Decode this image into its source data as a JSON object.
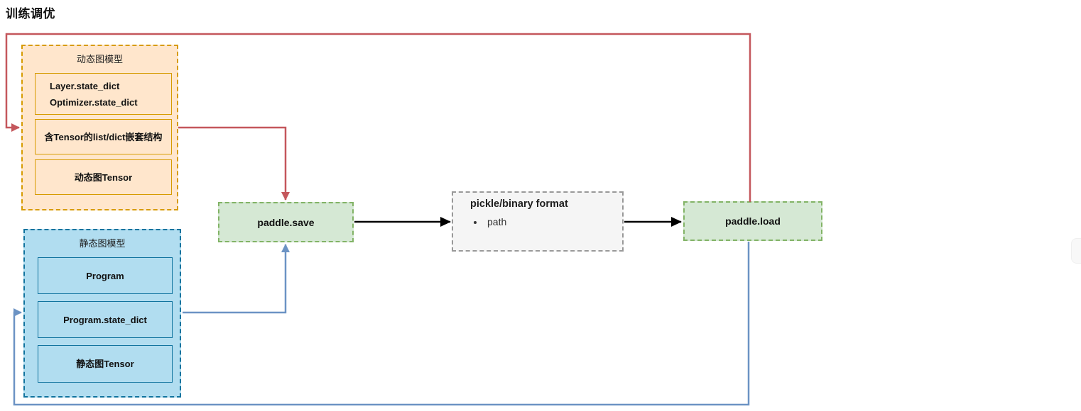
{
  "page": {
    "title": "训练调优"
  },
  "diagram": {
    "dynamic_group": {
      "title": "动态图模型",
      "box1_line1": "Layer.state_dict",
      "box1_line2": "Optimizer.state_dict",
      "box2": "含Tensor的list/dict嵌套结构",
      "box3": "动态图Tensor"
    },
    "static_group": {
      "title": "静态图模型",
      "box1": "Program",
      "box2": "Program.state_dict",
      "box3": "静态图Tensor"
    },
    "save_node": {
      "label": "paddle.save"
    },
    "load_node": {
      "label": "paddle.load"
    },
    "format_node": {
      "title": "pickle/binary format",
      "bullet": "path"
    },
    "colors": {
      "red_arrow": "#C4575C",
      "blue_arrow": "#6C93C4",
      "black_arrow": "#000000",
      "orange_fill": "#FFE6CC",
      "orange_stroke": "#D79B00",
      "blue_fill": "#B1DDF0",
      "blue_stroke": "#10739E",
      "green_fill": "#D5E8D4",
      "green_stroke": "#82B366",
      "gray_fill": "#F5F5F5",
      "gray_stroke": "#999999"
    }
  }
}
